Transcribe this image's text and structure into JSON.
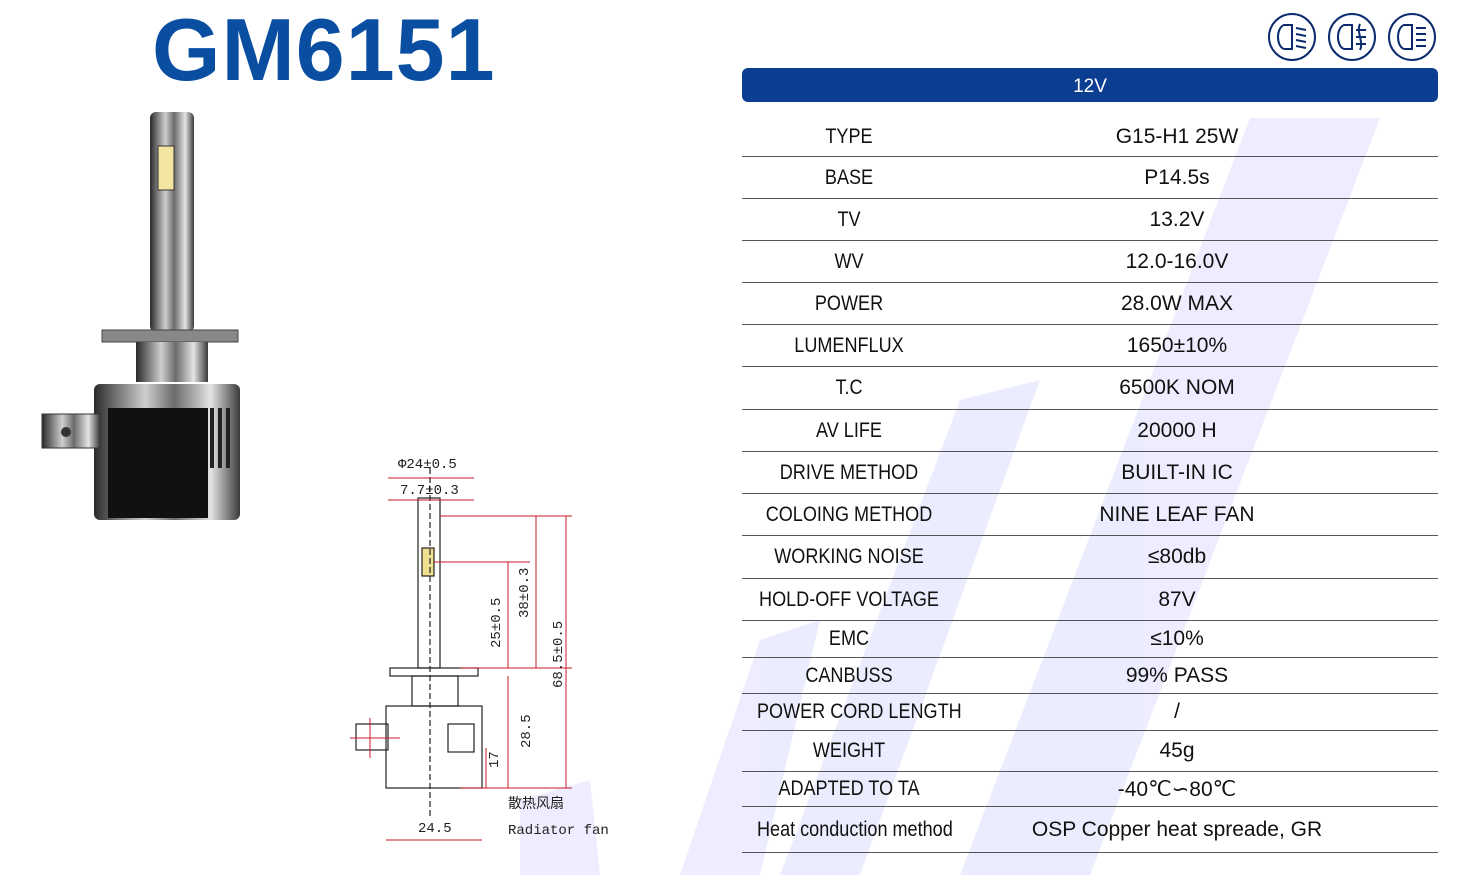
{
  "header": {
    "title": "GM6151",
    "voltage": "12V"
  },
  "icons": [
    "low-beam-icon",
    "fog-light-icon",
    "high-beam-icon"
  ],
  "specs": [
    {
      "label": "TYPE",
      "value": "G15-H1 25W"
    },
    {
      "label": "BASE",
      "value": "P14.5s"
    },
    {
      "label": "TV",
      "value": "13.2V"
    },
    {
      "label": "WV",
      "value": "12.0-16.0V"
    },
    {
      "label": "POWER",
      "value": "28.0W MAX"
    },
    {
      "label": "LUMENFLUX",
      "value": "1650±10%"
    },
    {
      "label": "T.C",
      "value": "6500K  NOM"
    },
    {
      "label": "AV LIFE",
      "value": "20000 H"
    },
    {
      "label": "DRIVE METHOD",
      "value": "BUILT-IN IC"
    },
    {
      "label": "COLOING METHOD",
      "value": "NINE LEAF FAN"
    },
    {
      "label": "WORKING NOISE",
      "value": "≤80db"
    },
    {
      "label": "HOLD-OFF VOLTAGE",
      "value": "87V"
    },
    {
      "label": "EMC",
      "value": "≤10%"
    },
    {
      "label": "CANBUSS",
      "value": "99% PASS"
    },
    {
      "label": "POWER CORD LENGTH",
      "value": "/"
    },
    {
      "label": "WEIGHT",
      "value": "45g"
    },
    {
      "label": "ADAPTED TO TA",
      "value": "-40℃∽80℃"
    },
    {
      "label": "Heat conduction method",
      "value": "OSP Copper heat spreade, GR"
    }
  ],
  "drawing": {
    "dim_diameter": "Φ24±0.5",
    "dim_width_top": "7.7±0.3",
    "dim_25": "25±0.5",
    "dim_38": "38±0.3",
    "dim_68": "68.5±0.5",
    "dim_28": "28.5",
    "dim_17": "17",
    "dim_bottom": "24.5",
    "label_cn": "散热风扇",
    "label_en": "Radiator fan"
  },
  "colors": {
    "brand_blue": "#0a4ea2",
    "bar_blue": "#0b3d91",
    "watermark": "#2b2bff",
    "dim_red": "#d11a2a"
  }
}
